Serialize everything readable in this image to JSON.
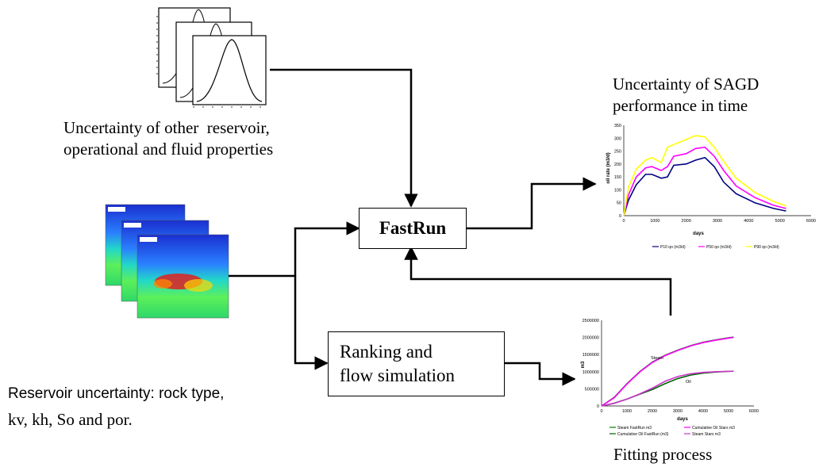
{
  "captions": {
    "other_uncertainty_line1": "Uncertainty of other  reservoir,",
    "other_uncertainty_line2": "operational and fluid properties",
    "sagd_title_line1": "Uncertainty of SAGD",
    "sagd_title_line2": "performance in time",
    "reservoir_line1": "Reservoir uncertainty: rock type,",
    "reservoir_line2": "kv, kh, So and por.",
    "fitting": "Fitting process"
  },
  "boxes": {
    "fastrun": "FastRun",
    "ranking_line1": "Ranking and",
    "ranking_line2": "flow simulation"
  },
  "colors": {
    "p10": "#000080",
    "p50": "#ff00ff",
    "p90": "#ffff00",
    "steam_fast": "#008000",
    "oil_fast": "#006400",
    "stars": "#cc33cc"
  },
  "chart_data": [
    {
      "type": "line",
      "xlabel": "days",
      "ylabel": "oil rate (m3/d)",
      "xlim": [
        0,
        6000
      ],
      "ylim": [
        0,
        350
      ],
      "xticks": [
        "0",
        "1000",
        "2000",
        "3000",
        "4000",
        "5000",
        "6000"
      ],
      "yticks": [
        "0",
        "50",
        "100",
        "150",
        "200",
        "250",
        "300",
        "350"
      ],
      "x": [
        0,
        150,
        400,
        700,
        900,
        1200,
        1400,
        1600,
        2000,
        2300,
        2600,
        2900,
        3200,
        3600,
        4200,
        4800,
        5200
      ],
      "series": [
        {
          "name": "P10 qo (m3/d)",
          "values": [
            0,
            60,
            120,
            160,
            160,
            145,
            150,
            195,
            200,
            215,
            225,
            190,
            130,
            85,
            50,
            28,
            18
          ]
        },
        {
          "name": "P50 qo (m3/d)",
          "values": [
            0,
            80,
            150,
            185,
            190,
            175,
            190,
            230,
            240,
            260,
            265,
            230,
            175,
            115,
            70,
            40,
            28
          ]
        },
        {
          "name": "P90 qo (m3/d)",
          "values": [
            0,
            110,
            180,
            215,
            225,
            205,
            265,
            275,
            295,
            310,
            305,
            265,
            210,
            145,
            90,
            55,
            38
          ]
        }
      ],
      "legend": "bottom"
    },
    {
      "type": "line",
      "xlabel": "days",
      "ylabel": "m3",
      "xlim": [
        0,
        6000
      ],
      "ylim": [
        0,
        2500000
      ],
      "xticks": [
        "0",
        "1000",
        "2000",
        "3000",
        "4000",
        "5000",
        "6000"
      ],
      "yticks": [
        "0",
        "500000",
        "1000000",
        "1500000",
        "2000000",
        "2500000"
      ],
      "annotations": [
        "Steam",
        "Oil"
      ],
      "x": [
        0,
        500,
        1000,
        1500,
        2000,
        2500,
        3000,
        3500,
        4000,
        4500,
        5000,
        5200
      ],
      "series": [
        {
          "name": "Steam FastRun m3",
          "values": [
            0,
            250000,
            650000,
            1000000,
            1280000,
            1480000,
            1630000,
            1760000,
            1860000,
            1930000,
            1990000,
            2010000
          ]
        },
        {
          "name": "Cumulative Oil Stars m3",
          "values": [
            0,
            240000,
            640000,
            990000,
            1270000,
            1470000,
            1620000,
            1750000,
            1850000,
            1920000,
            1980000,
            2000000
          ]
        },
        {
          "name": "Cumulative Oil FastRun (m3)",
          "values": [
            0,
            80000,
            200000,
            340000,
            480000,
            650000,
            800000,
            900000,
            960000,
            990000,
            1010000,
            1015000
          ]
        },
        {
          "name": "Steam Stars m3",
          "values": [
            0,
            80000,
            200000,
            350000,
            520000,
            720000,
            860000,
            940000,
            980000,
            1000000,
            1010000,
            1015000
          ]
        }
      ],
      "legend": "bottom"
    }
  ]
}
